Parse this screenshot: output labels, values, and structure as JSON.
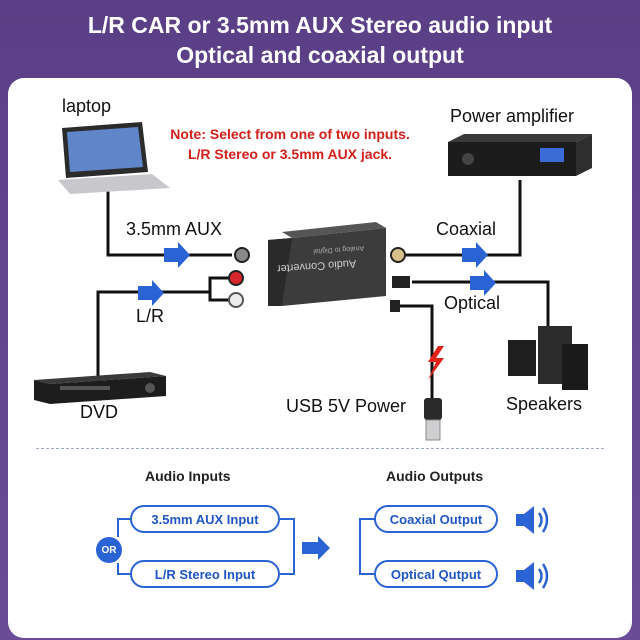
{
  "title": {
    "line1": "L/R CAR or 3.5mm AUX Stereo audio input",
    "line2": "Optical and coaxial output"
  },
  "note": {
    "line1": "Note: Select from one of two inputs.",
    "line2": "L/R Stereo or 3.5mm AUX jack."
  },
  "devices": {
    "laptop": "laptop",
    "amplifier": "Power amplifier",
    "dvd": "DVD",
    "speakers": "Speakers",
    "usb": "USB 5V Power"
  },
  "connections": {
    "aux": "3.5mm AUX",
    "lr": "L/R",
    "coaxial": "Coaxial",
    "optical": "Optical"
  },
  "converter": {
    "name": "Audio Converter",
    "subtitle": "Analog to Digital"
  },
  "flow": {
    "inputs_header": "Audio Inputs",
    "outputs_header": "Audio Outputs",
    "input_aux": "3.5mm AUX Input",
    "input_lr": "L/R Stereo Input",
    "or_label": "OR",
    "output_coaxial": "Coaxial Output",
    "output_optical": "Optical Qutput"
  },
  "colors": {
    "accent": "#2a63d4",
    "note": "#d2201b",
    "background": "#5b3f86"
  }
}
